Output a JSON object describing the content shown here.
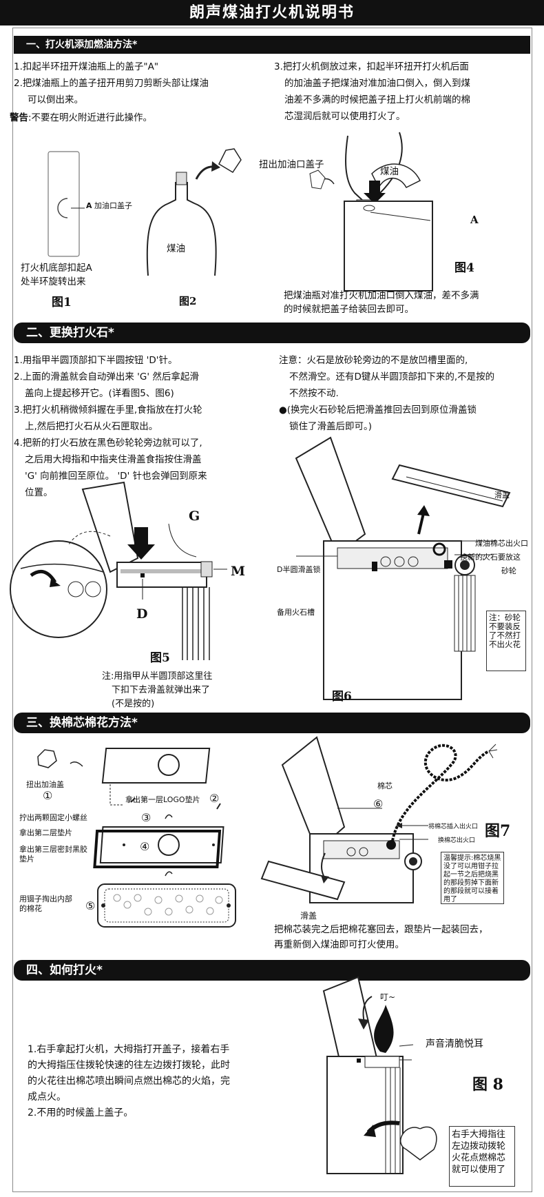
{
  "title": "朗声煤油打火机说明书",
  "s1": {
    "header": "一、打火机添加燃油方法*",
    "step1": "1.扣起半环扭开煤油瓶上的盖子\"A\"",
    "step2a": "2.把煤油瓶上的盖子扭开用剪刀剪断头部让煤油",
    "step2b": "可以倒出来。",
    "warn_label": "警告",
    "warn_text": ":不要在明火附近进行此操作。",
    "step3a": "3.把打火机倒放过来，扣起半环扭开打火机后面",
    "step3b": "的加油盖子把煤油对准加油口倒入，倒入到煤",
    "step3c": "油差不多满的时候把盖子扭上打火机前端的棉",
    "step3d": "芯湿润后就可以使用打火了。",
    "fig1_label_a": "A",
    "fig1_label_cap": "加油口盖子",
    "fig1_note1": "打火机底部扣起A",
    "fig1_note2": "处半环旋转出来",
    "fig1": "图1",
    "fig2_oil": "煤油",
    "fig2": "图2",
    "fig4_unscrew": "扭出加油口盖子",
    "fig4_oil": "煤油",
    "fig4_a": "A",
    "fig4": "图4",
    "fig4_note1": "把煤油瓶对准打火机加油口倒入煤油，差不多满",
    "fig4_note2": "的时候就把盖子给装回去即可。"
  },
  "s2": {
    "header": "二、更换打火石*",
    "l1": "1.用指甲半圆顶部扣下半圆按钮 'D'针。",
    "l2a": "2.上面的滑盖就会自动弹出来 'G' 然后拿起滑",
    "l2b": "盖向上提起移开它。(详看图5、图6)",
    "l3a": "3.把打火机稍微倾斜握在手里,食指放在打火轮",
    "l3b": "上,然后把打火石从火石匣取出。",
    "l4a": "4.把新的打火石放在黑色砂轮轮旁边就可以了,",
    "l4b": "之后用大拇指和中指夹住滑盖食指按住滑盖",
    "l4c": "'G' 向前推回至原位。 'D' 针也会弹回到原来",
    "l4d": "位置。",
    "n1": "注意：火石是放砂轮旁边的不是放凹槽里面的,",
    "n2": "不然滑空。还有D键从半圆顶部扣下来的,不是按的",
    "n3": "不然按不动.",
    "n4": "●(换完火石砂轮后把滑盖推回去回到原位滑盖锁",
    "n5": "锁住了滑盖后即可。)",
    "g": "G",
    "m": "M",
    "d": "D",
    "fig5": "图5",
    "fig5_note1": "注:用指甲从半圆顶部这里往",
    "fig5_note2": "下扣下去滑盖就弹出来了",
    "fig5_note3": "(不是按的)",
    "fig6_slide": "滑盖",
    "fig6_wickout": "煤油棉芯出火口",
    "fig6_flint": "换新的火石要放这",
    "fig6_wheel": "砂轮",
    "fig6_dlock": "D半圆滑盖锁",
    "fig6_spare": "备用火石槽",
    "fig6_warn": "注：砂轮不要装反了不然打不出火花",
    "fig6": "图6"
  },
  "s3": {
    "header": "三、换棉芯棉花方法*",
    "unscrew": "扭出加油盖",
    "c1": "①",
    "logo": "拿出第一层LOGO垫片",
    "c2": "②",
    "screws": "拧出两颗固定小螺丝",
    "c3": "③",
    "pad2": "拿出第二层垫片",
    "c4": "④",
    "seal1": "拿出第三层密封黑胶",
    "seal2": "垫片",
    "cotton1": "用镊子掏出内部",
    "cotton2": "的棉花",
    "c5": "⑤",
    "wick": "棉芯",
    "c6": "⑥",
    "insert": "将棉芯插入出火口",
    "wickout": "换棉芯出火口",
    "fig7": "图7",
    "tip": "温馨提示:棉芯烧黑没了可以用钳子拉起一节之后把烧黑的那段剪掉下面新的那段就可以接着用了",
    "slide": "滑盖",
    "b1": "把棉芯装完之后把棉花塞回去，跟垫片一起装回去，",
    "b2": "再重新倒入煤油即可打火使用。"
  },
  "s4": {
    "header": "四、如何打火*",
    "p1": "1.右手拿起打火机，大拇指打开盖子，接着右手",
    "p2": "的大拇指压住拨轮快速的往左边拨打拨轮，此时",
    "p3": "的火花往出棉芯喷出瞬间点燃出棉芯的火焰，完",
    "p4": "成点火。",
    "p5": "2.不用的时候盖上盖子。",
    "ding": "叮~",
    "sound": "声音清脆悦耳",
    "fig8": "图 8",
    "box": "右手大拇指往左边拨动拨轮火花点燃棉芯就可以使用了"
  }
}
